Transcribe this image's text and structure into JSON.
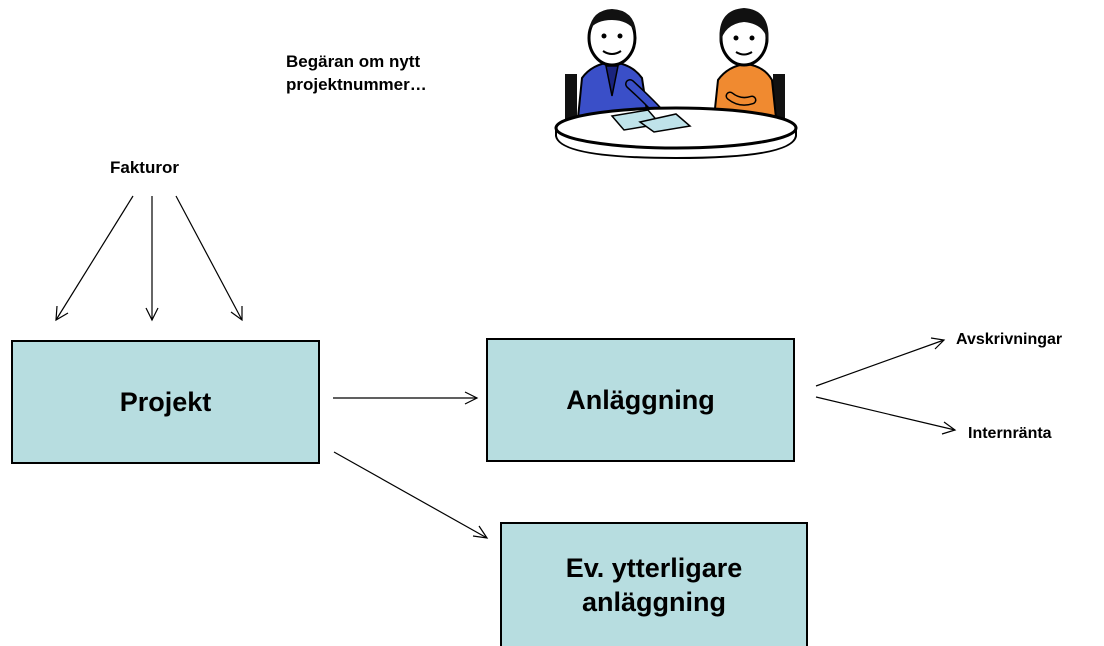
{
  "colors": {
    "box_fill": "#b7dde0",
    "box_border": "#000000",
    "arrow": "#000000"
  },
  "request_note": {
    "line1": "Begäran om nytt",
    "line2": "projektnummer…"
  },
  "meeting_illustration": {
    "icon": "two-people-at-table-icon"
  },
  "invoices_label": "Fakturor",
  "boxes": {
    "project": "Projekt",
    "asset": "Anläggning",
    "additional_asset_line1": "Ev. ytterligare",
    "additional_asset_line2": "anläggning"
  },
  "outputs": {
    "depreciation": "Avskrivningar",
    "internal_interest": "Internränta"
  }
}
